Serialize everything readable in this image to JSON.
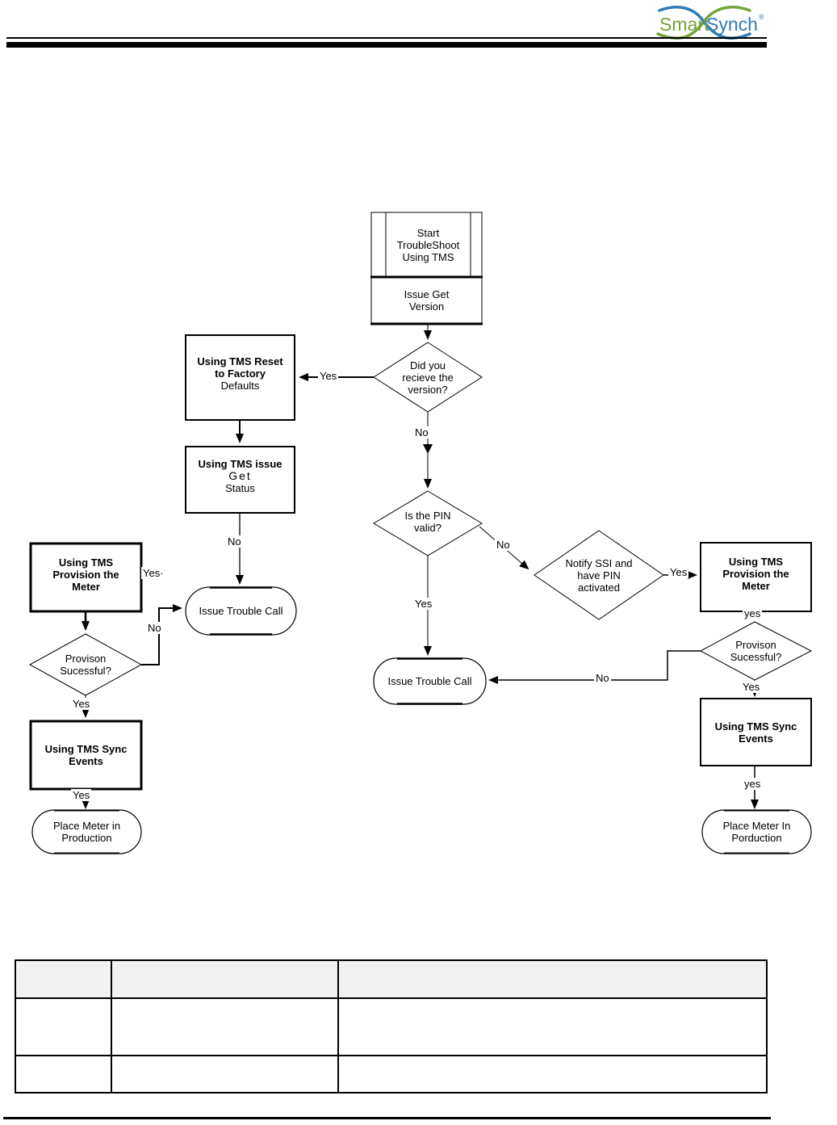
{
  "logo": {
    "smart": "Smart",
    "synch": "Synch",
    "registered": "®"
  },
  "flow": {
    "start": {
      "l1": "Start",
      "l2": "TroubleShoot",
      "l3": "Using TMS"
    },
    "get_version": {
      "l1": "Issue Get",
      "l2": "Version"
    },
    "q_version": {
      "l1": "Did you",
      "l2": "recieve the",
      "l3": "version?"
    },
    "reset": {
      "l1": "Using TMS Reset",
      "l2": "to Factory",
      "l3": "Defaults"
    },
    "get_status": {
      "l1": "Using TMS issue",
      "l2": "Get",
      "l3": "Status"
    },
    "trouble_left": {
      "l1": "Issue Trouble Call"
    },
    "provision_left": {
      "l1": "Using TMS",
      "l2": "Provision the",
      "l3": "Meter"
    },
    "q_provision_left": {
      "l1": "Provison",
      "l2": "Sucessful?"
    },
    "sync_left": {
      "l1": "Using TMS Sync",
      "l2": "Events"
    },
    "place_left": {
      "l1": "Place Meter in",
      "l2": "Production"
    },
    "q_pin": {
      "l1": "Is the PIN",
      "l2": "valid?"
    },
    "notify": {
      "l1": "Notify SSI and",
      "l2": "have PIN",
      "l3": "activated"
    },
    "provision_right": {
      "l1": "Using TMS",
      "l2": "Provision the",
      "l3": "Meter"
    },
    "q_provision_right": {
      "l1": "Provison",
      "l2": "Sucessful?"
    },
    "sync_right": {
      "l1": "Using TMS Sync",
      "l2": "Events"
    },
    "place_right": {
      "l1": "Place Meter In",
      "l2": "Porduction"
    },
    "trouble_center": {
      "l1": "Issue Trouble Call"
    }
  },
  "edge_labels": {
    "version_yes": "Yes",
    "version_no": "No",
    "status_no": "No",
    "provision_left_yes": "Yes·",
    "q_provision_left_no": "No",
    "q_provision_left_yes": "Yes",
    "sync_left_yes": "Yes",
    "pin_yes": "Yes",
    "pin_no": "No",
    "notify_yes": "Yes",
    "provision_right_yes": "yes",
    "q_provision_right_yes": "Yes",
    "q_provision_right_no": "No",
    "sync_right_yes": "yes"
  },
  "colors": {
    "logo_green": "#76A33A",
    "logo_blue": "#2F7CB5",
    "table_header_bg": "#F2F2F2",
    "line_color": "#000000"
  }
}
